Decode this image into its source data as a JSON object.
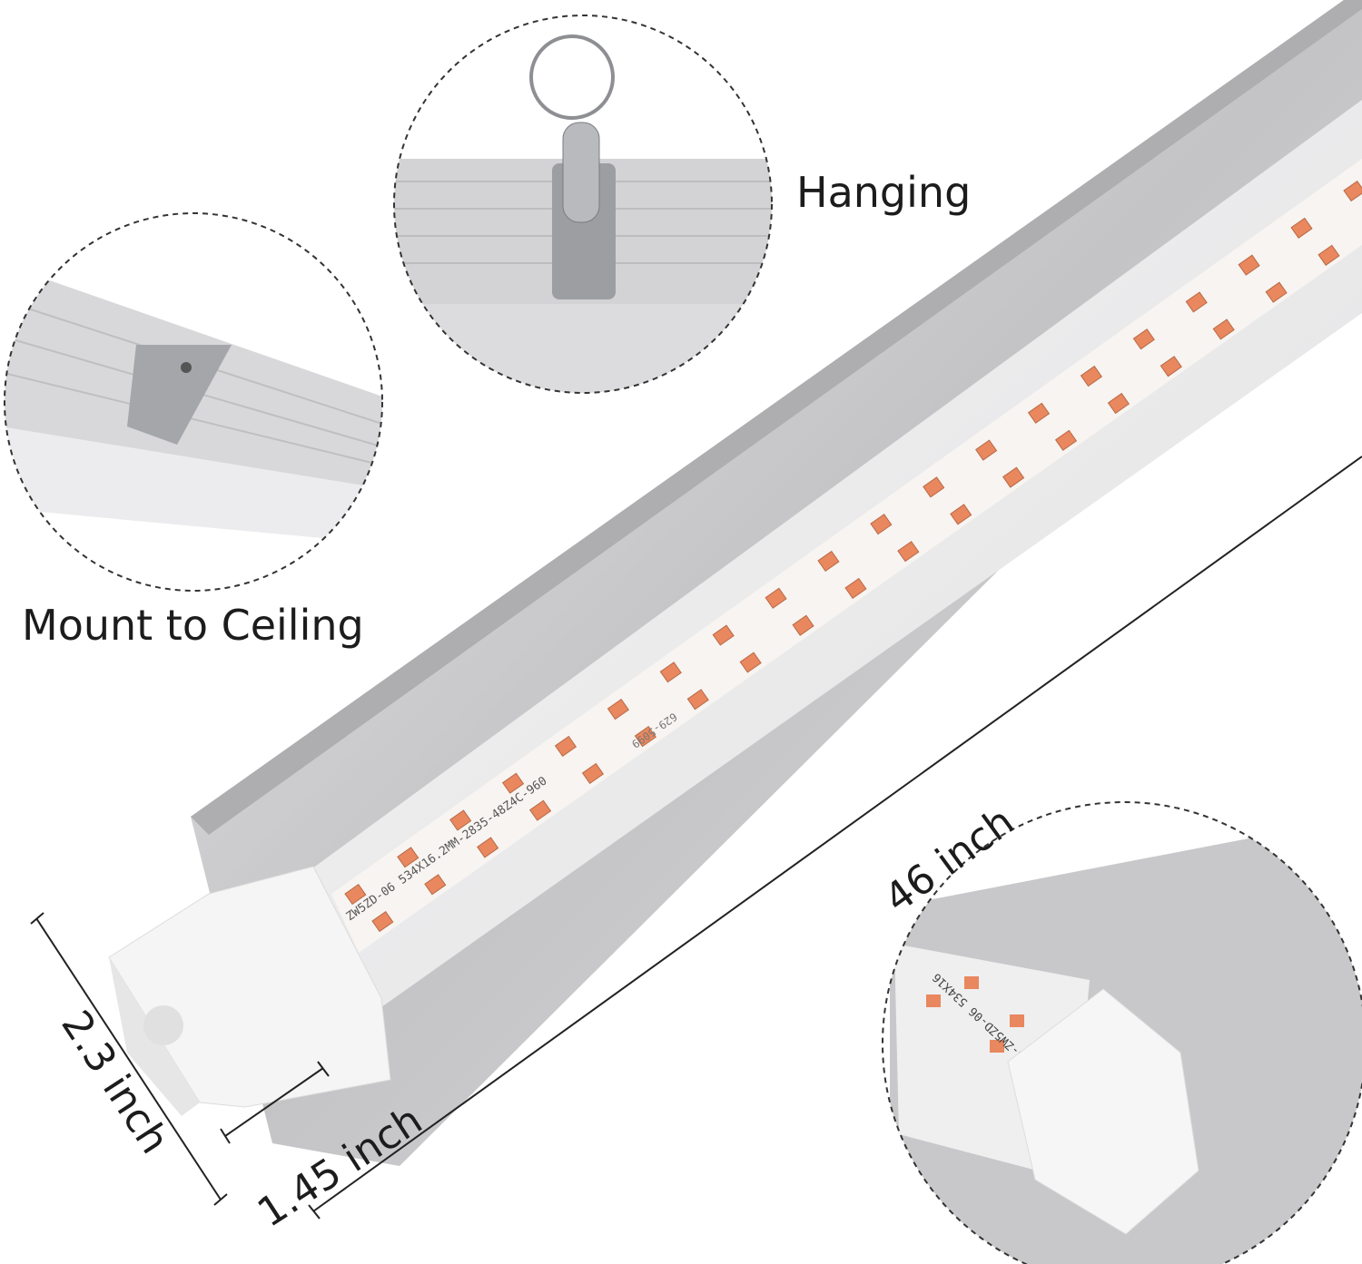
{
  "labels": {
    "hanging": "Hanging",
    "mount": "Mount to Ceiling"
  },
  "dimensions": {
    "length": "46 inch",
    "height": "2.3 inch",
    "width": "1.45 inch"
  },
  "pcb_text": {
    "main": "ZW5ZD-06   534X16.2MM-2835-48Z4C-960",
    "code": "629-5099",
    "detail": "G8-ZW5ZD-06  534X16"
  },
  "colors": {
    "led": "#e9875e",
    "aluminum": "#c9c9cb",
    "endcap": "#f4f4f4",
    "dashed_circle": "#333333"
  }
}
